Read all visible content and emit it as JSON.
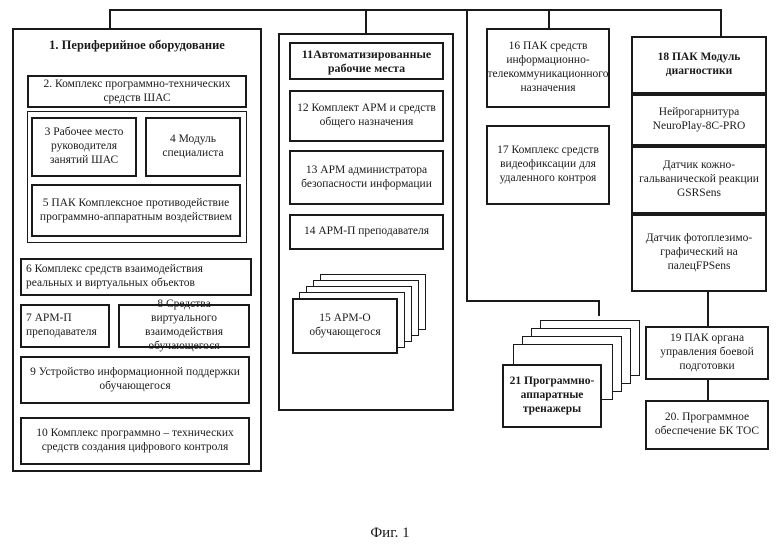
{
  "blocks": {
    "b1": "1. Периферийное оборудование",
    "b2": "2. Комплекс программно-технических средств ШАС",
    "b3": "3 Рабочее место руководителя занятий ШАС",
    "b4": "4 Модуль специалиста",
    "b5": "5 ПАК Комплексное противодействие программно-аппаратным воздействием",
    "b6": "6 Комплекс средств взаимодействия реальных и виртуальных объектов",
    "b7": "7 АРМ-П преподавателя",
    "b8": "8 Средства виртуального взаимодействия обучающегося",
    "b9": "9 Устройство информационной поддержки обучающегося",
    "b10": "10 Комплекс программно – технических средств создания цифрового контроля",
    "b11": "11Автоматизированные рабочие места",
    "b12": "12 Комплект АРМ и средств общего назначения",
    "b13": "13 АРМ администратора безопасности информации",
    "b14": "14 АРМ-П преподавателя",
    "b15": "15 АРМ-О обучающегося",
    "b16": "16 ПАК средств информационно-телекоммуникационного назначения",
    "b17": "17 Комплекс средств видеофиксации для удаленного контроя",
    "b18": "18 ПАК Модуль диагностики",
    "b18a": "Нейрогарнитура NeuroPlay-8C-PRO",
    "b18b": "Датчик кожно-гальванической реакции GSRSens",
    "b18c": "Датчик фотоплезимо-графический на палецFPSens",
    "b19": "19 ПАК органа управления боевой подготовки",
    "b20": "20. Программное обеспечение БК ТОС",
    "b21": "21 Программно-аппаратные тренажеры"
  },
  "caption": "Фиг. 1"
}
